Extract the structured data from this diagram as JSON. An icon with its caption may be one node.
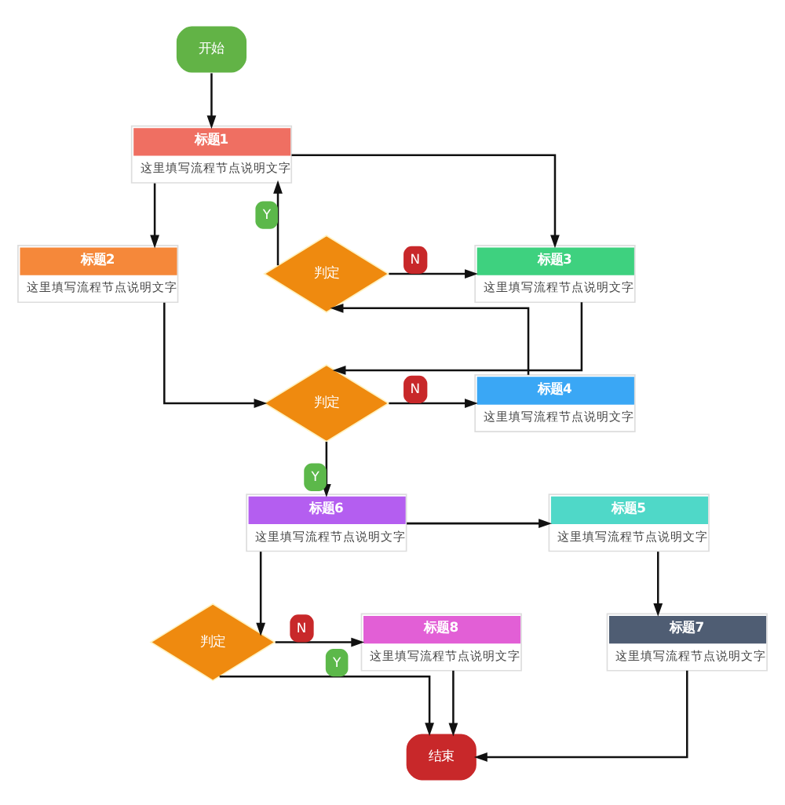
{
  "diagram": {
    "nodes": [
      {
        "text": [
          "开始"
        ]
      },
      {
        "text": [
          "标题1",
          "这里填写流程节点说明文字"
        ]
      },
      {
        "text": [
          "标题2",
          "这里填写流程节点说明文字"
        ]
      },
      {
        "text": [
          "标题3",
          "这里填写流程节点说明文字"
        ]
      },
      {
        "text": [
          "判定"
        ]
      },
      {
        "text": [
          "判定"
        ]
      },
      {
        "text": [
          "标题4",
          "这里填写流程节点说明文字"
        ]
      },
      {
        "text": [
          "标题5",
          "这里填写流程节点说明文字"
        ]
      },
      {
        "text": [
          "标题6",
          "这里填写流程节点说明文字"
        ]
      },
      {
        "text": [
          "标题7",
          "这里填写流程节点说明文字"
        ]
      },
      {
        "text": [
          "判定"
        ]
      },
      {
        "text": [
          "标题8",
          "这里填写流程节点说明文字"
        ]
      },
      {
        "text": [
          "结束"
        ]
      }
    ],
    "edges": [
      {
        "from": 0,
        "to": 1,
        "arrow": "to"
      },
      {
        "from": 1,
        "to": 2,
        "arrow": "to"
      },
      {
        "from": 1,
        "to": 3,
        "arrow": "to"
      },
      {
        "from": 4,
        "to": 1,
        "arrow": "to",
        "label": "Y"
      },
      {
        "from": 4,
        "to": 3,
        "arrow": "to",
        "label": "N"
      },
      {
        "from": 2,
        "to": 5,
        "arrow": "to"
      },
      {
        "from": 3,
        "to": 5,
        "arrow": "to"
      },
      {
        "from": 5,
        "to": 6,
        "arrow": "to",
        "label": "N"
      },
      {
        "from": 6,
        "to": 4,
        "arrow": "to"
      },
      {
        "from": 5,
        "to": 8,
        "arrow": "to",
        "label": "Y"
      },
      {
        "from": 8,
        "to": 7,
        "arrow": "to"
      },
      {
        "from": 7,
        "to": 9,
        "arrow": "to"
      },
      {
        "from": 8,
        "to": 10,
        "arrow": "to"
      },
      {
        "from": 10,
        "to": 11,
        "arrow": "to",
        "label": "N"
      },
      {
        "from": 10,
        "to": 12,
        "arrow": "to",
        "label": "Y"
      },
      {
        "from": 9,
        "to": 12,
        "arrow": "to"
      },
      {
        "from": 11,
        "to": 12,
        "arrow": "to"
      }
    ]
  }
}
